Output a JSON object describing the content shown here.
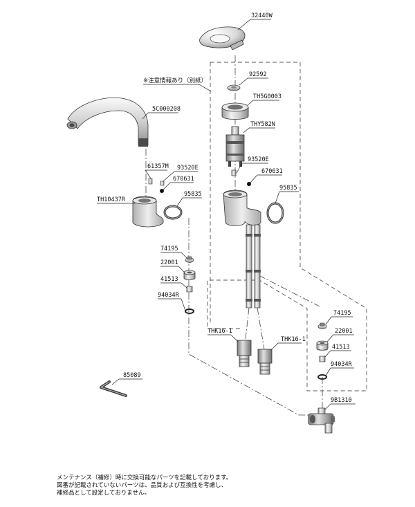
{
  "note": "※注意情報あり（別紙）",
  "labels": {
    "handle": "32440W",
    "p92592": "92592",
    "th5g0003": "TH5G0003",
    "thy582n": "THY582N",
    "r93520e": "93520E",
    "r670631": "670631",
    "r95835": "95835",
    "spout": "5C000208",
    "l61357m": "61357M",
    "l93520e": "93520E",
    "l670631": "670631",
    "th10437r": "TH10437R",
    "l95835": "95835",
    "l74195": "74195",
    "l22001": "22001",
    "l41513": "41513",
    "l94034r": "94034R",
    "thk_left": "THK16-1",
    "thk_right": "THK16-1",
    "r74195": "74195",
    "r22001": "22001",
    "r41513": "41513",
    "r94034r": "94034R",
    "valve": "9B1310",
    "wrench": "85089"
  },
  "footer": {
    "line1": "メンテナンス（補修）時に交換可能なパーツを記載しております。",
    "line2": "図番が記載されていないパーツは、品質および互換性を考慮し、",
    "line3": "補修品として設定しておりません。"
  }
}
